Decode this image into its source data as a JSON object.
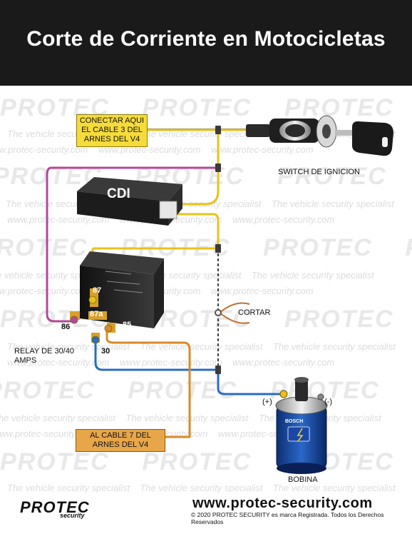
{
  "header": {
    "title": "Corte de Corriente en Motocicletas"
  },
  "watermark": {
    "logo": "PROTEC",
    "sub": "security",
    "tagline": "The vehicle security specialist",
    "url": "www.protec-security.com"
  },
  "labels": {
    "conectar": "CONECTAR AQUI EL CABLE 3 DEL ARNES DEL V4",
    "switch": "SWITCH DE IGNICION",
    "cdi": "CDI",
    "cortar": "CORTAR",
    "relay": "RELAY DE 30/40 AMPS",
    "cable7": "AL CABLE 7 DEL ARNES DEL V4",
    "bobina": "BOBINA",
    "plus": "(+)",
    "minus": "(-)",
    "coil_brand": "BOSCH"
  },
  "pins": {
    "p87": "87",
    "p87a": "87a",
    "p85": "85",
    "p86": "86",
    "p30": "30"
  },
  "footer": {
    "brand": "PROTEC",
    "brand_sub": "security",
    "url": "www.protec-security.com",
    "copyright": "© 2020 PROTEC SECURITY es marca Registrada. Todos los Derechos Reservados"
  },
  "colors": {
    "header_bg": "#1a1a1a",
    "wire_yellow": "#e8c21a",
    "wire_purple": "#b04a9a",
    "wire_blue": "#2a6cc0",
    "wire_orange": "#d98a2a",
    "label_yellow": "#f6dc3a",
    "label_orange": "#e8a64a"
  }
}
